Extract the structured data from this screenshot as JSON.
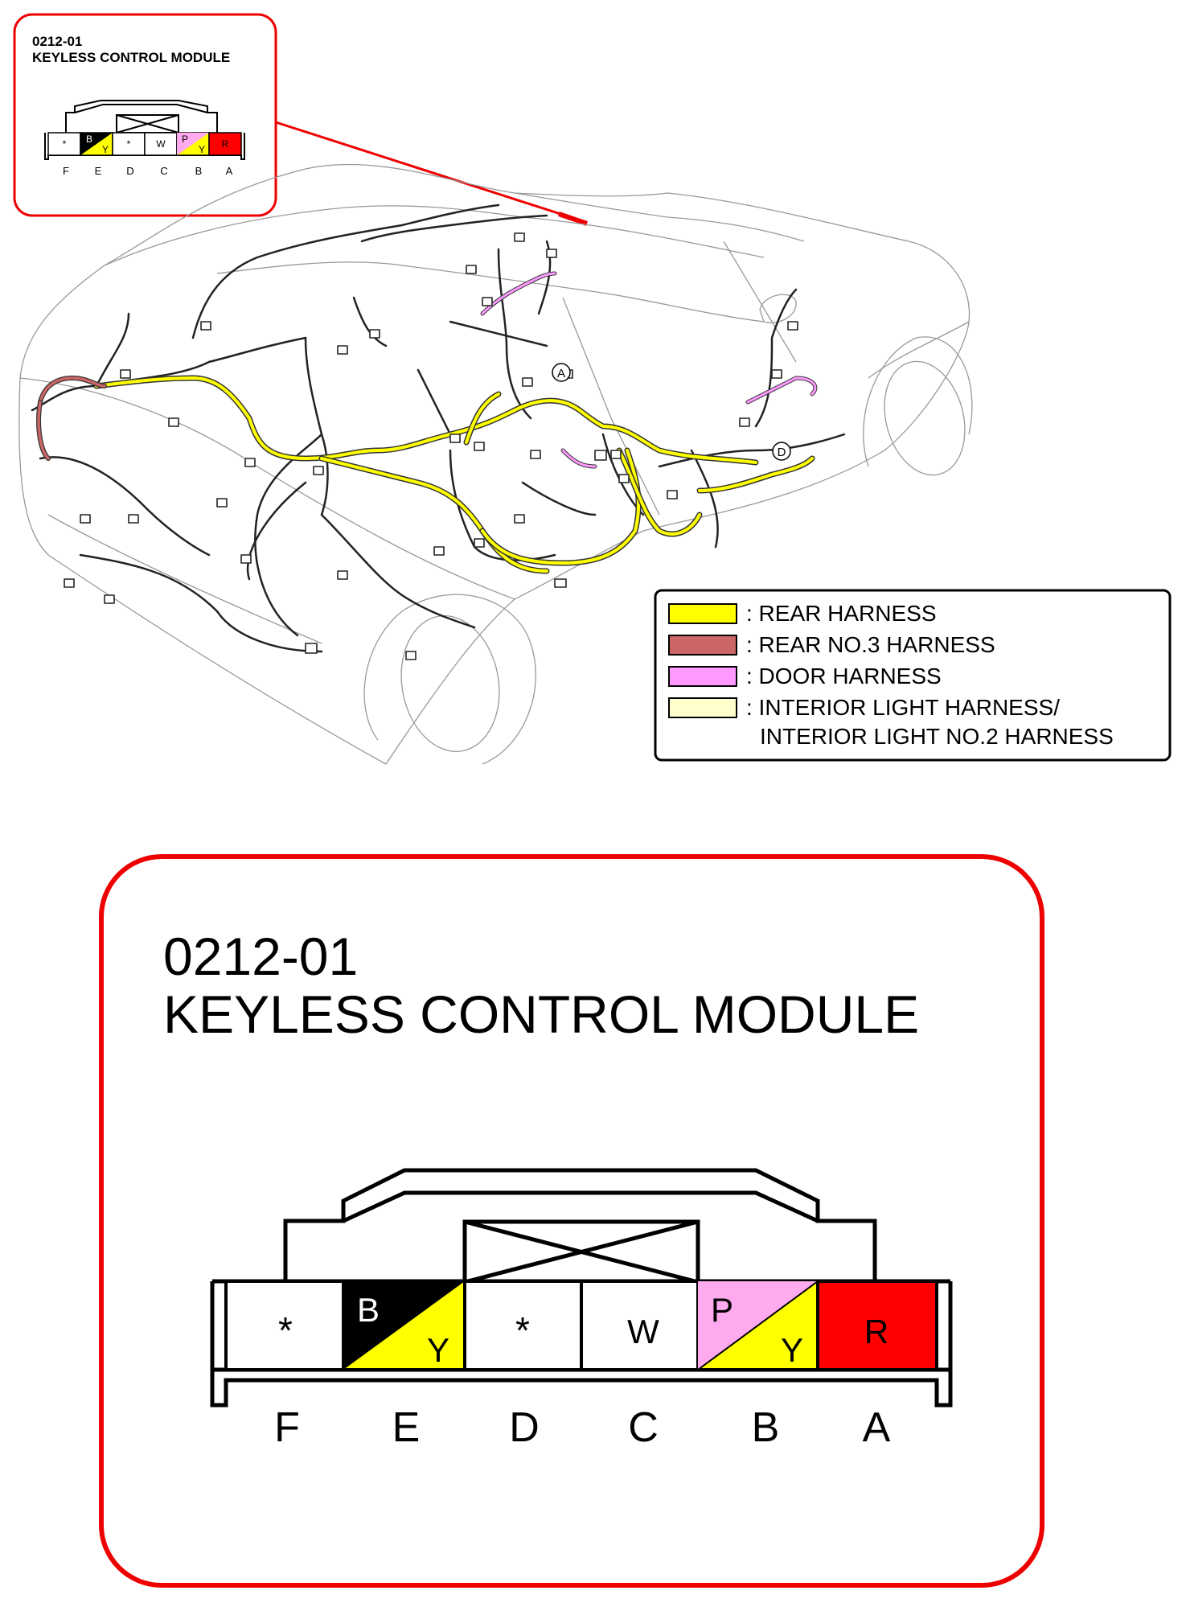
{
  "inset": {
    "code": "0212-01",
    "title": "KEYLESS CONTROL MODULE",
    "pins": [
      {
        "letter": "F",
        "top": "*",
        "bottom": ""
      },
      {
        "letter": "E",
        "top": "B",
        "bottom": "Y"
      },
      {
        "letter": "D",
        "top": "*",
        "bottom": ""
      },
      {
        "letter": "C",
        "top": "W",
        "bottom": ""
      },
      {
        "letter": "B",
        "top": "P",
        "bottom": "Y"
      },
      {
        "letter": "A",
        "top": "R",
        "bottom": ""
      }
    ]
  },
  "markers": {
    "a": "A",
    "d": "D"
  },
  "legend": {
    "items": [
      {
        "color": "#ffff00",
        "label": ": REAR HARNESS"
      },
      {
        "color": "#cc6666",
        "label": ": REAR NO.3 HARNESS"
      },
      {
        "color": "#ff99ff",
        "label": ": DOOR HARNESS"
      },
      {
        "color": "#ffffcc",
        "label": ": INTERIOR LIGHT HARNESS/"
      }
    ],
    "continuation": "INTERIOR LIGHT NO.2 HARNESS"
  },
  "detail": {
    "code": "0212-01",
    "title": "KEYLESS CONTROL MODULE",
    "pins": [
      {
        "letter": "F",
        "top": "*",
        "bottom": ""
      },
      {
        "letter": "E",
        "top": "B",
        "bottom": "Y"
      },
      {
        "letter": "D",
        "top": "*",
        "bottom": ""
      },
      {
        "letter": "C",
        "top": "W",
        "bottom": ""
      },
      {
        "letter": "B",
        "top": "P",
        "bottom": "Y"
      },
      {
        "letter": "A",
        "top": "R",
        "bottom": ""
      }
    ]
  },
  "colors": {
    "callout_red": "#ee0000",
    "rear_harness": "#ffff00",
    "rear_no3_harness": "#cc6666",
    "door_harness": "#ff99ff",
    "interior_light_harness": "#ffffcc",
    "pin_black": "#000000",
    "pin_yellow": "#ffff00",
    "pin_pink": "#ffaaee",
    "pin_red": "#ff0000"
  }
}
